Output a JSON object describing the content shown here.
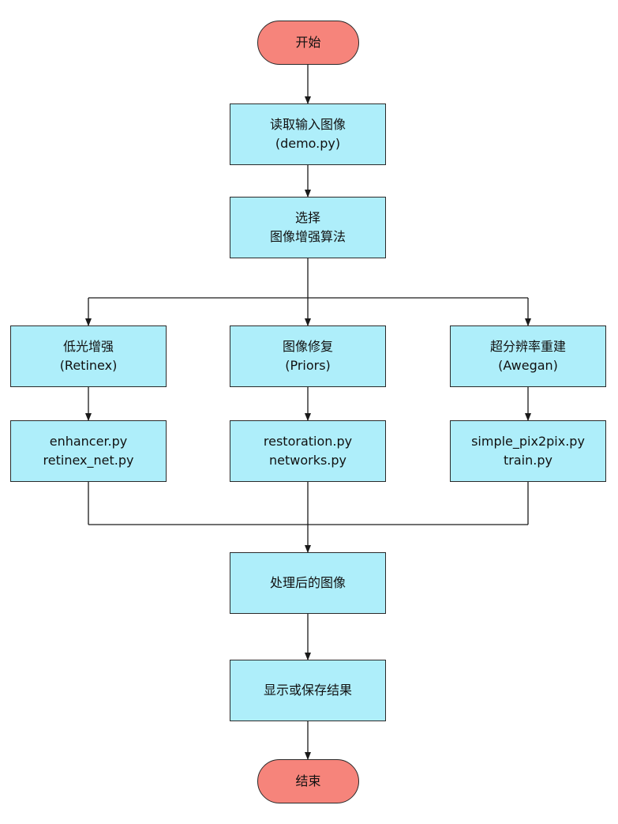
{
  "colors": {
    "process_fill": "#aeeefa",
    "terminal_fill": "#f6847b",
    "stroke": "#1a1a1a"
  },
  "flow": {
    "start": "开始",
    "read": [
      "读取输入图像",
      "(demo.py)"
    ],
    "select": [
      "选择",
      "图像增强算法"
    ],
    "branch_left": [
      "低光增强",
      "(Retinex)"
    ],
    "branch_mid": [
      "图像修复",
      "(Priors)"
    ],
    "branch_right": [
      "超分辨率重建",
      "(Awegan)"
    ],
    "files_left": [
      "enhancer.py",
      "retinex_net.py"
    ],
    "files_mid": [
      "restoration.py",
      "networks.py"
    ],
    "files_right": [
      "simple_pix2pix.py",
      "train.py"
    ],
    "processed": "处理后的图像",
    "output": "显示或保存结果",
    "end": "结束"
  }
}
